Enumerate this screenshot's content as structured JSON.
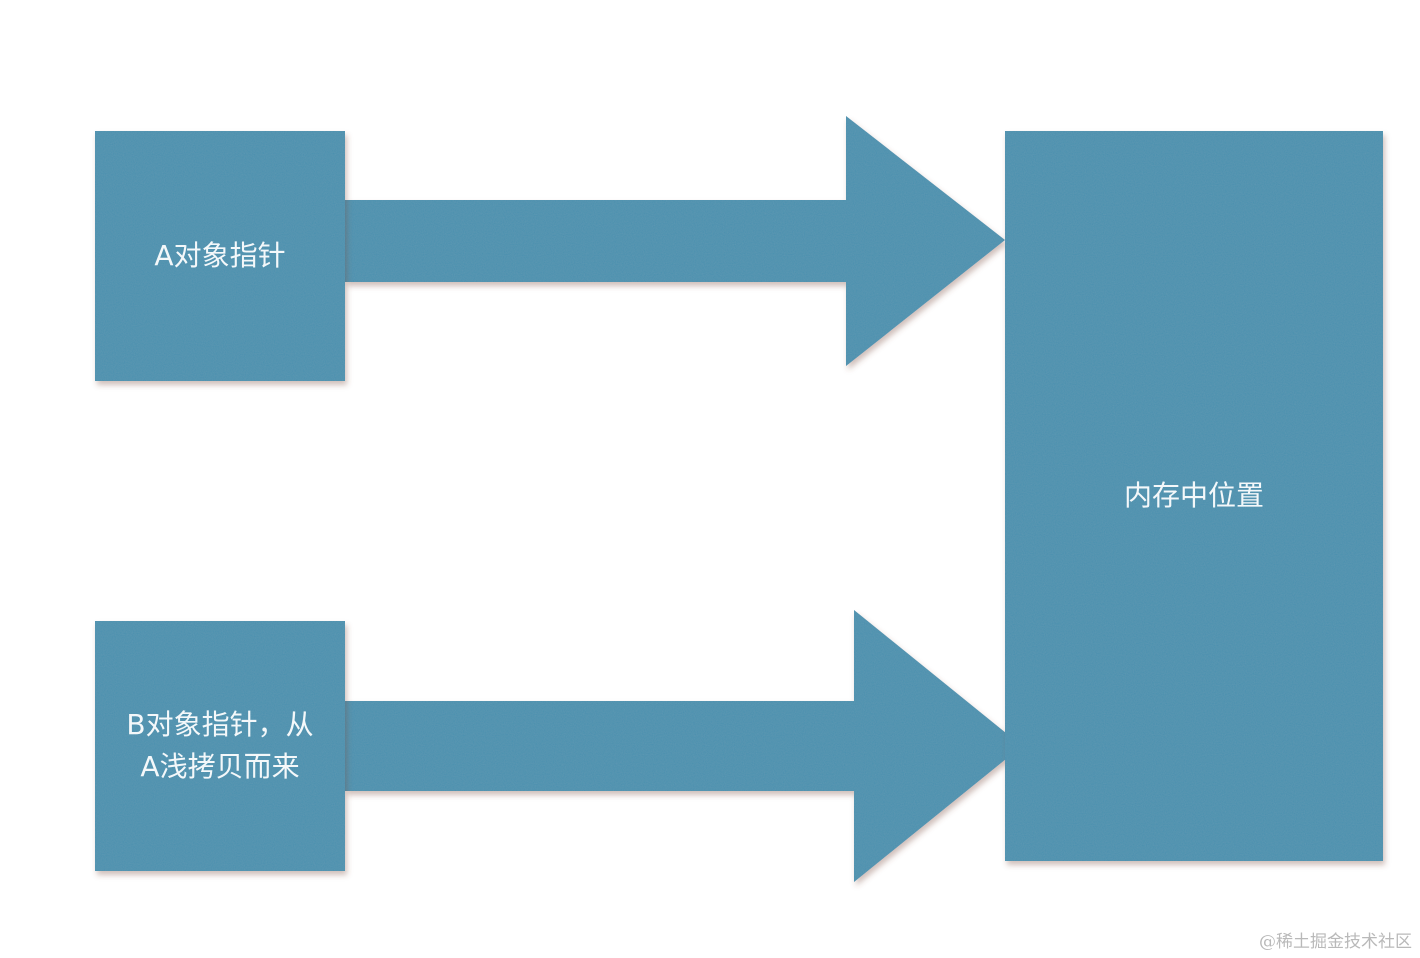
{
  "diagram": {
    "type": "shallow-copy-pointer-diagram",
    "colors": {
      "shape_fill": "#4a8fae",
      "shape_fill_dark": "#3f809e",
      "text": "#f4f8fa",
      "background": "#ffffff",
      "watermark": "#b9b9b9"
    },
    "nodes": [
      {
        "id": "a-pointer",
        "label": "A对象指针"
      },
      {
        "id": "b-pointer",
        "label": "B对象指针，从\nA浅拷贝而来"
      },
      {
        "id": "memory-location",
        "label": "内存中位置"
      }
    ],
    "edges": [
      {
        "from": "a-pointer",
        "to": "memory-location"
      },
      {
        "from": "b-pointer",
        "to": "memory-location"
      }
    ]
  },
  "watermark": "@稀土掘金技术社区"
}
